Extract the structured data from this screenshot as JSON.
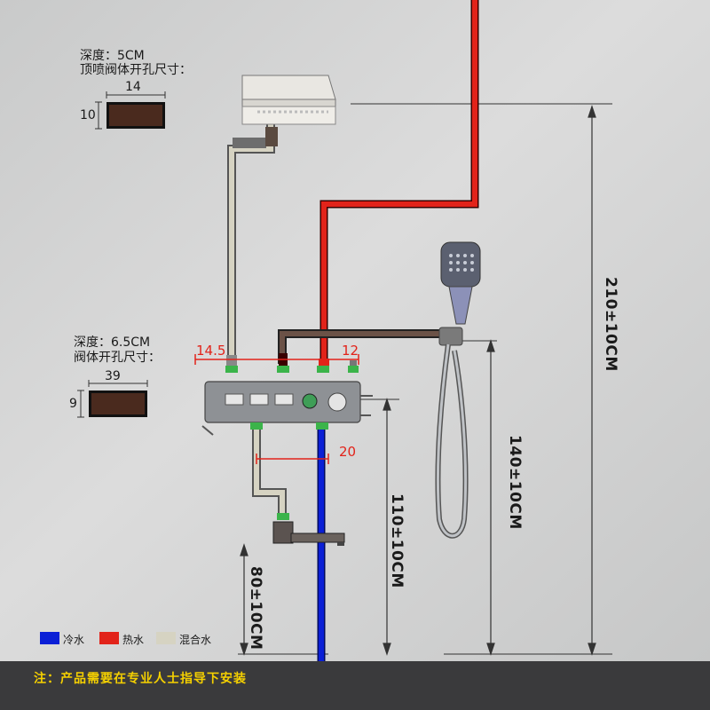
{
  "top_spec": {
    "depth": "深度：5CM",
    "title": "顶喷阀体开孔尺寸：",
    "width": "14",
    "height": "10"
  },
  "mid_spec": {
    "depth": "深度：6.5CM",
    "title": "阀体开孔尺寸：",
    "width": "39",
    "height": "9"
  },
  "dims": {
    "d_left": "14.5",
    "d_right": "12",
    "d_bottom": "20",
    "h_210": "210±10CM",
    "h_140": "140±10CM",
    "h_110": "110±10CM",
    "h_80": "80±10CM"
  },
  "legend": {
    "cold": "冷水",
    "hot": "热水",
    "mixed": "混合水",
    "cold_color": "#0a1fd6",
    "hot_color": "#e2231a",
    "mixed_color": "#d6d3c2"
  },
  "note": "注：产品需要在专业人士指导下安装"
}
